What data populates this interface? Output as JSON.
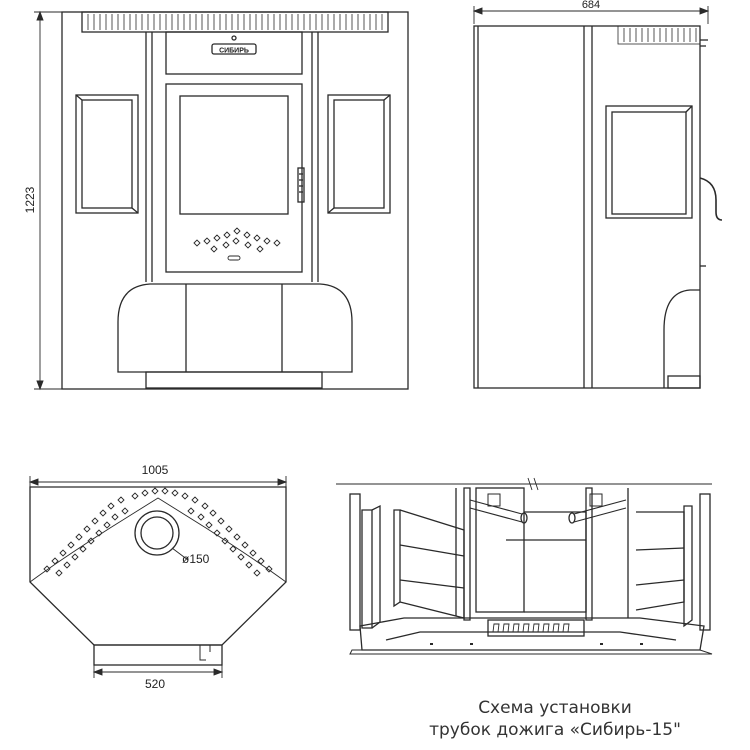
{
  "dimensions": {
    "front_height": "1223",
    "side_depth": "684",
    "top_width": "1005",
    "top_depth": "520",
    "flue_diameter": "ø150"
  },
  "brand_plate": "СИБИРЬ",
  "caption": {
    "line1": "Схема установки",
    "line2": "трубок дожига «Сибирь-15\""
  }
}
